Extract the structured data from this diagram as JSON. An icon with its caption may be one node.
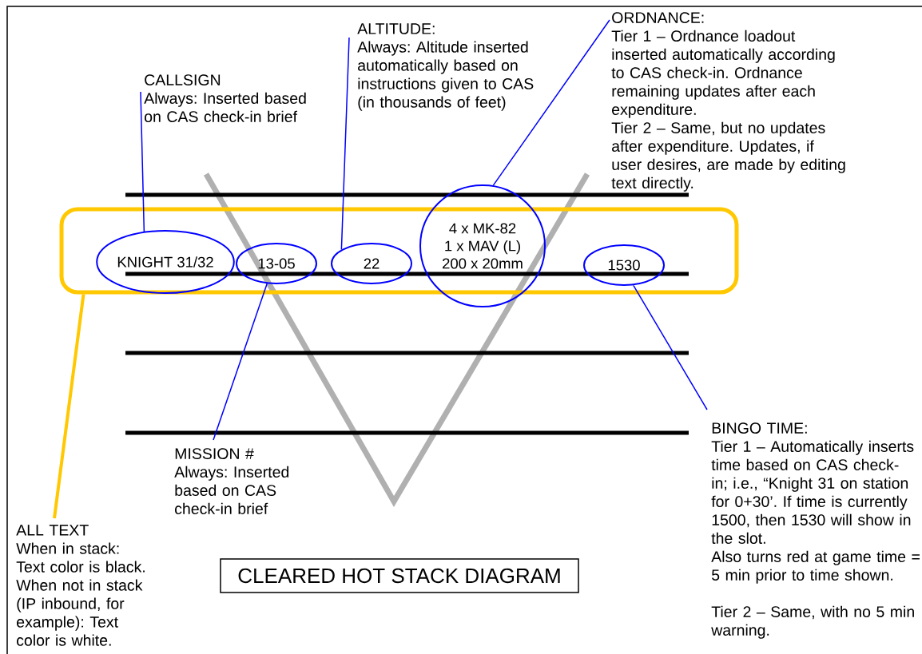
{
  "diagram": {
    "title": "CLEARED HOT STACK DIAGRAM",
    "nodes": [
      {
        "text": [],
        "shape": "box"
      },
      {
        "text": [
          "KNIGHT 31/32"
        ],
        "in": 0
      },
      {
        "text": [
          "13-05"
        ],
        "in": 0
      },
      {
        "text": [
          "22"
        ],
        "in": 0
      },
      {
        "text": [
          "4 x MK-82",
          "1 x MAV (L)",
          "200 x 20mm"
        ]
      },
      {
        "text": [
          "1530"
        ],
        "in": 0
      },
      {
        "text": [
          "CALLSIGN",
          "Always: Inserted based on CAS check-in brief"
        ]
      },
      {
        "text": [
          "ALTITUDE:",
          "Always: Altitude inserted automatically based on instructions given to CAS (in thousands of feet)"
        ]
      },
      {
        "text": [
          "ORDNANCE:",
          "Tier 1 – Ordnance loadout inserted automatically according to CAS check-in. Ordnance remaining updates after each expenditure.",
          "Tier 2 – Same, but no updates after expenditure. Updates, if user desires, are made by editing text directly."
        ]
      },
      {
        "text": [
          "MISSION #",
          "Always: Inserted based on CAS check-in brief"
        ]
      },
      {
        "text": [
          "BINGO TIME:",
          "Tier 1 – Automatically inserts time based on CAS check-in; i.e., “Knight 31 on station for 0+30’. If time is currently 1500, then 1530 will show in the slot.",
          "Also turns red at game time = 5 min prior to time shown.",
          "Tier 2 – Same, with no 5 min warning."
        ]
      },
      {
        "text": [
          "ALL TEXT",
          "When in stack: Text color is black.",
          "When not in stack (IP inbound, for example): Text color is white."
        ]
      }
    ],
    "edges": [
      {
        "from": 6,
        "to": 1,
        "arrow": "none"
      },
      {
        "from": 7,
        "to": 3,
        "arrow": "none"
      },
      {
        "from": 8,
        "to": 4,
        "arrow": "none"
      },
      {
        "from": 9,
        "to": 2,
        "arrow": "none"
      },
      {
        "from": 10,
        "to": 5,
        "arrow": "none"
      },
      {
        "from": 11,
        "to": 0,
        "arrow": "none",
        "style": "thick",
        "color": "#ffc800"
      }
    ]
  }
}
